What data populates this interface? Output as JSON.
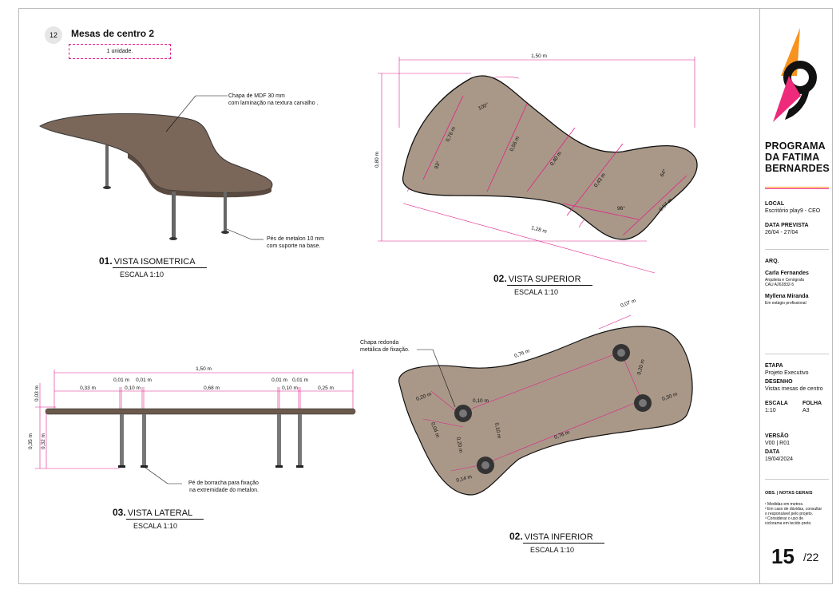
{
  "sheet": {
    "number": "12",
    "title": "Mesas de centro 2",
    "quantity": "1 unidade."
  },
  "views": {
    "iso": {
      "num": "01.",
      "label": "VISTA ISOMETRICA",
      "scale": "ESCALA 1:10"
    },
    "top": {
      "num": "02.",
      "label": "VISTA SUPERIOR",
      "scale": "ESCALA 1:10"
    },
    "side": {
      "num": "03.",
      "label": "VISTA LATERAL",
      "scale": "ESCALA 1:10"
    },
    "bottom": {
      "num": "02.",
      "label": "VISTA INFERIOR",
      "scale": "ESCALA 1:10"
    }
  },
  "notes": {
    "mdf_1": "Chapa de MDF 30 mm",
    "mdf_2": "com laminação na textura carvalho .",
    "feet_1": "Pés de metalon 10 mm",
    "feet_2": "com suporte na base.",
    "plate_1": "Chapa redonda",
    "plate_2": "metálica de fixação.",
    "rubber_1": "Pé de borracha para fixação",
    "rubber_2": "na extremidade do metalon."
  },
  "dims": {
    "top": {
      "width": "1,50 m",
      "height": "0,80 m",
      "diag": "1,28 m",
      "a1": "100°",
      "a2": "93°",
      "a3": "96°",
      "a4": "64°",
      "d1": "0,76 m",
      "d2": "0,56 m",
      "d3": "0,40 m",
      "d4": "0,43 m",
      "d5": "0,57 m"
    },
    "side": {
      "total": "1,50 m",
      "s1": "0,33 m",
      "s2": "0,01 m",
      "s3": "0,10 m",
      "s4": "0,01 m",
      "s5": "0,68 m",
      "s6": "0,01 m",
      "s7": "0,10 m",
      "s8": "0,01 m",
      "s9": "0,25 m",
      "h1": "0,03 m",
      "h2": "0,35 m",
      "h3": "0,32 m"
    },
    "bottom": {
      "b1": "0,07 m",
      "b2": "0,76 m",
      "b3": "0,20 m",
      "b4": "0,30 m",
      "b5": "0,20 m",
      "b6": "0,10 m",
      "b7": "0,10 m",
      "b8": "0,04 m",
      "b9": "0,20 m",
      "b10": "0,76 m",
      "b11": "0,14 m"
    }
  },
  "titleblock": {
    "program": [
      "PROGRAMA",
      "DA FATIMA",
      "BERNARDES"
    ],
    "local_label": "LOCAL",
    "local_value": "Escritório play9 - CEO",
    "date_label": "DATA PREVISTA",
    "date_value": "26/04 - 27/04",
    "arq_label": "ARQ.",
    "arq1_name": "Carla Fernandes",
    "arq1_role": "Arquiteta e Cenógrafa",
    "arq1_cau": "CAU A262832-5",
    "arq2_name": "Myllena Miranda",
    "arq2_role": "Em estágio profissional",
    "etapa_label": "ETAPA",
    "etapa_value": "Projeto Executivo",
    "desenho_label": "DESENHO",
    "desenho_value": "Vistas mesas de centro",
    "escala_label": "ESCALA",
    "escala_value": "1:10",
    "folha_label": "FOLHA",
    "folha_value": "A3",
    "versao_label": "VERSÃO",
    "versao_value": "V00 | R01",
    "data_label": "DATA",
    "data_value": "19/04/2024",
    "obs_label": "OBS. | NOTAS GERAIS",
    "obs_1": "¹ Medidas em metros.",
    "obs_2": "² Em caso de dúvidas, consultar",
    "obs_2b": "o responsável pelo projeto.",
    "obs_3": "³ Considerar o uso de",
    "obs_3b": "ciclorama em tecido preto.",
    "page": "15",
    "total": "/22"
  },
  "colors": {
    "wood": "#a99888",
    "dim": "#e0218a",
    "logo_orange": "#f7931e",
    "logo_pink": "#ee2a7b"
  }
}
